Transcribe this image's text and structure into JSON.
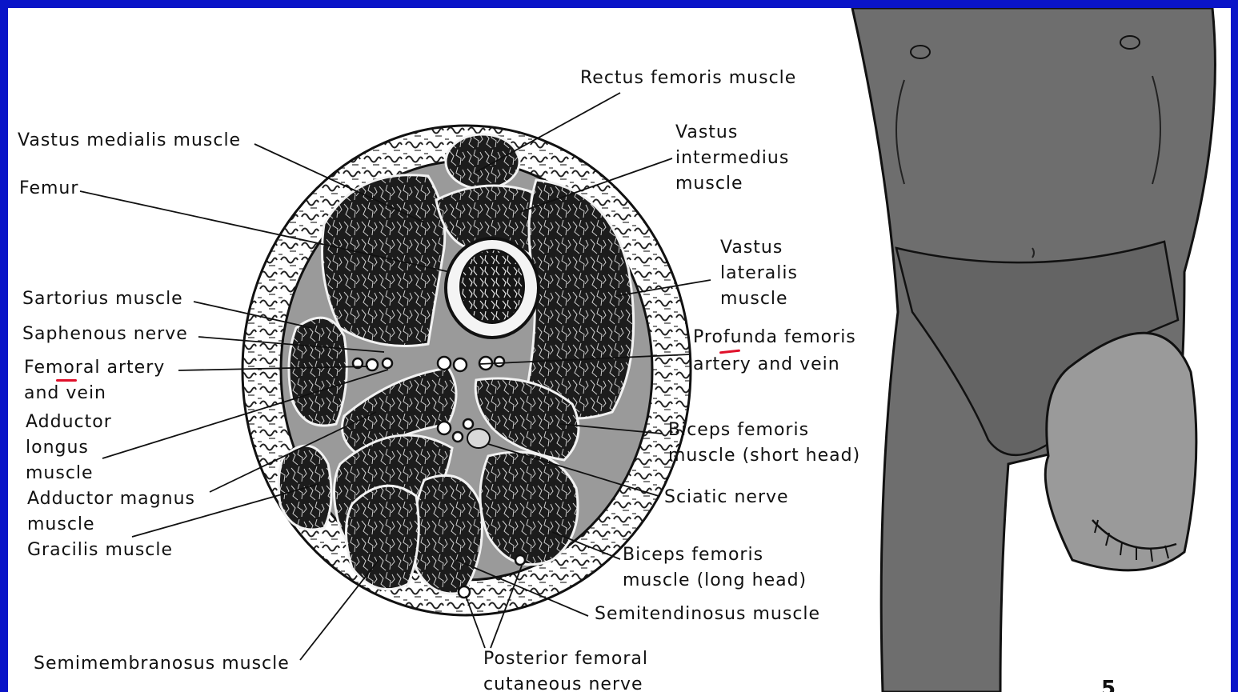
{
  "frame_color": "#0a14c8",
  "labels": {
    "rectus_femoris": "Rectus femoris muscle",
    "vastus_medialis": "Vastus medialis muscle",
    "femur": "Femur",
    "vastus_intermedius": [
      "Vastus",
      "intermedius",
      "muscle"
    ],
    "vastus_lateralis": [
      "Vastus",
      "lateralis",
      "muscle"
    ],
    "sartorius": "Sartorius muscle",
    "saphenous_nerve": "Saphenous nerve",
    "femoral_artery": [
      "Femoral artery",
      "and vein"
    ],
    "profunda_femoris": [
      "Profunda femoris",
      "artery and vein"
    ],
    "adductor_longus": [
      "Adductor",
      "longus",
      "muscle"
    ],
    "adductor_magnus": [
      "Adductor magnus",
      "muscle"
    ],
    "gracilis": "Gracilis muscle",
    "biceps_short": [
      "Biceps femoris",
      "muscle (short head)"
    ],
    "sciatic_nerve": "Sciatic nerve",
    "biceps_long": [
      "Biceps femoris",
      "muscle (long head)"
    ],
    "semitendinosus": "Semitendinosus muscle",
    "semimembranosus": "Semimembranosus muscle",
    "posterior_cutaneous": [
      "Posterior femoral",
      "cutaneous nerve"
    ]
  },
  "figure_number": "5",
  "annotation_color": "#e0102a"
}
